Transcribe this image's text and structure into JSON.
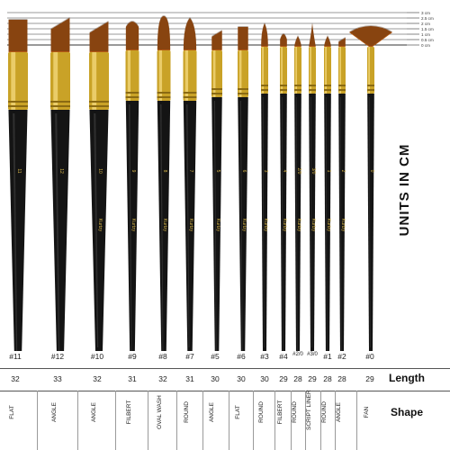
{
  "units_label": "UNITS IN CM",
  "scale_ticks": [
    "3 cm",
    "2.5 cm",
    "2 cm",
    "1.5 cm",
    "1 cm",
    "0.5 cm",
    "0 cm"
  ],
  "brush_mark": "Kurtzy",
  "brushes": [
    {
      "size": "#11",
      "length": "32",
      "shape": "FLAT",
      "tip": "flat",
      "ferrule": "wide"
    },
    {
      "size": "#12",
      "length": "33",
      "shape": "ANGLE",
      "tip": "angle",
      "ferrule": "wide"
    },
    {
      "size": "#10",
      "length": "32",
      "shape": "ANGLE",
      "tip": "angle",
      "ferrule": "wide"
    },
    {
      "size": "#9",
      "length": "31",
      "shape": "FILBERT",
      "tip": "filbert",
      "ferrule": "medium"
    },
    {
      "size": "#8",
      "length": "32",
      "shape": "OVAL WASH",
      "tip": "oval",
      "ferrule": "medium"
    },
    {
      "size": "#7",
      "length": "31",
      "shape": "ROUND",
      "tip": "round",
      "ferrule": "medium"
    },
    {
      "size": "#5",
      "length": "30",
      "shape": "ANGLE",
      "tip": "angle",
      "ferrule": "small"
    },
    {
      "size": "#6",
      "length": "30",
      "shape": "FLAT",
      "tip": "flat",
      "ferrule": "small"
    },
    {
      "size": "#3",
      "length": "30",
      "shape": "ROUND",
      "tip": "round",
      "ferrule": "thin"
    },
    {
      "size": "#4",
      "length": "29",
      "shape": "FILBERT",
      "tip": "filbert",
      "ferrule": "thin"
    },
    {
      "size": "#2/0",
      "length": "28",
      "shape": "ROUND",
      "tip": "round",
      "ferrule": "thin"
    },
    {
      "size": "#3/0",
      "length": "29",
      "shape": "SCRIPT LINER",
      "tip": "liner",
      "ferrule": "thin"
    },
    {
      "size": "#1",
      "length": "28",
      "shape": "ROUND",
      "tip": "round",
      "ferrule": "thin"
    },
    {
      "size": "#2",
      "length": "28",
      "shape": "ANGLE",
      "tip": "angle",
      "ferrule": "thin"
    },
    {
      "size": "#0",
      "length": "29",
      "shape": "FAN",
      "tip": "fan",
      "ferrule": "thin"
    }
  ],
  "handle_numbers": [
    "11",
    "12",
    "10",
    "9",
    "8",
    "7",
    "5",
    "6",
    "3",
    "4",
    "2/0",
    "3/0",
    "1",
    "2",
    "0"
  ],
  "row_labels": {
    "length": "Length",
    "shape": "Shape"
  },
  "colors": {
    "handle": "#141414",
    "ferrule": "#c9a227",
    "bristle": "#b35a14",
    "bristle_tip": "#3a1d08",
    "scale_line": "#333333"
  }
}
